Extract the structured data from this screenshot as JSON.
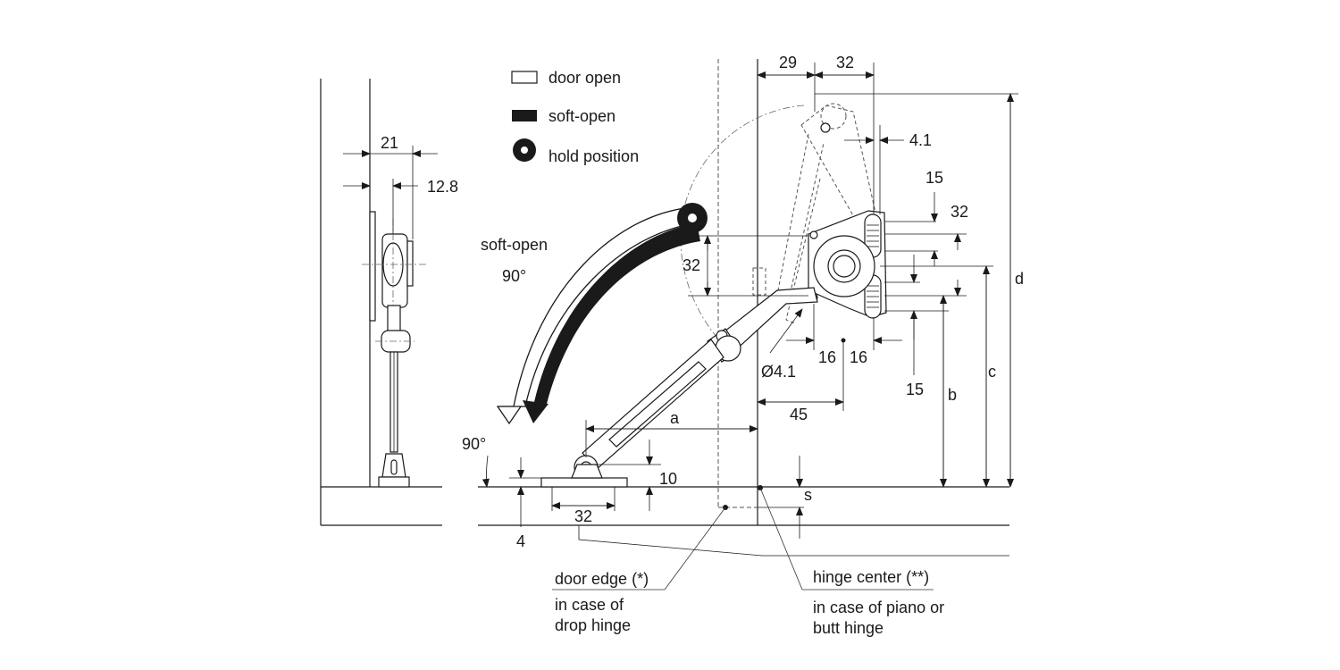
{
  "legend": {
    "door_open": "door open",
    "soft_open": "soft-open",
    "hold_position": "hold position"
  },
  "motion": {
    "soft_open_label": "soft-open",
    "angle_top": "90°",
    "angle_bottom": "90°"
  },
  "side_view": {
    "dim_21": "21",
    "dim_12_8": "12.8"
  },
  "dimensions": {
    "d29": "29",
    "d32_top": "32",
    "d4_1_top": "4.1",
    "d15_upper": "15",
    "d32_right": "32",
    "d32_left": "32",
    "d16_left": "16",
    "d16_right": "16",
    "dia4_1": "Ø4.1",
    "d15_lower": "15",
    "d45": "45",
    "a": "a",
    "b": "b",
    "c": "c",
    "d": "d",
    "s": "s",
    "d10": "10",
    "d32_bottom": "32",
    "d4": "4"
  },
  "notes": {
    "door_edge": "door edge (*)",
    "door_edge_sub1": "in case of",
    "door_edge_sub2": "drop hinge",
    "hinge_center": "hinge center (**)",
    "hinge_center_sub1": "in case of piano or",
    "hinge_center_sub2": "butt hinge"
  }
}
